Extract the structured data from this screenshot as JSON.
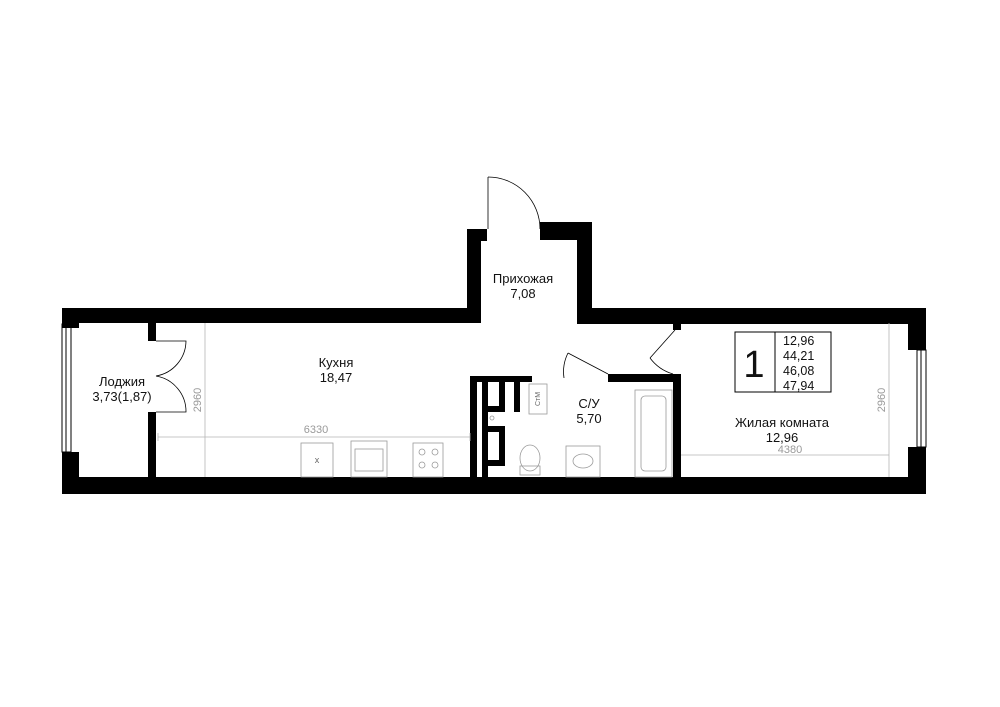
{
  "rooms": {
    "hallway": {
      "name": "Прихожая",
      "area": "7,08"
    },
    "kitchen": {
      "name": "Кухня",
      "area": "18,47"
    },
    "loggia": {
      "name": "Лоджия",
      "area": "3,73(1,87)"
    },
    "bathroom": {
      "name": "С/У",
      "area": "5,70"
    },
    "living": {
      "name": "Жилая комната",
      "area": "12,96"
    }
  },
  "dimensions": {
    "kitchen_width": "6330",
    "kitchen_depth": "2960",
    "living_width": "4380",
    "living_depth": "2960"
  },
  "info_box": {
    "rooms_count": "1",
    "values": [
      "12,96",
      "44,21",
      "46,08",
      "47,94"
    ]
  },
  "appliances": {
    "washer_label": "СтМ",
    "sink_mark": "x"
  },
  "colors": {
    "wall": "#000000",
    "dimension": "#b5b5b5",
    "fixture": "#9a9a9a"
  }
}
